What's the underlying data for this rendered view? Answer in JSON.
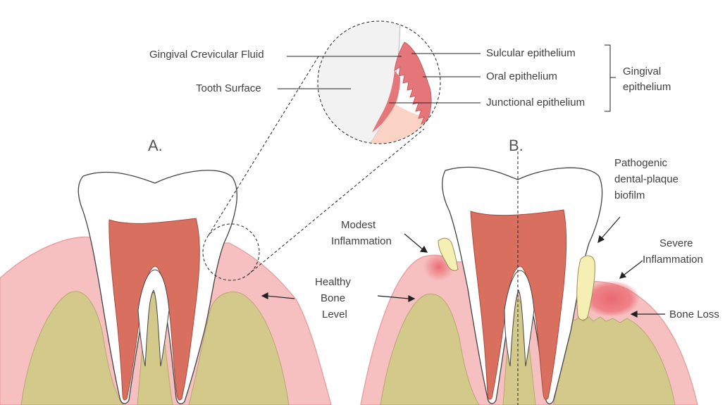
{
  "panels": {
    "a": {
      "label": "A."
    },
    "b": {
      "label": "B."
    }
  },
  "inset": {
    "left_labels": {
      "gcf": "Gingival Crevicular Fluid",
      "tooth_surface": "Tooth Surface"
    },
    "right_labels": {
      "sulcular": "Sulcular epithelium",
      "oral": "Oral epithelium",
      "junctional": "Junctional epithelium"
    },
    "group_label": {
      "line1": "Gingival",
      "line2": "epithelium"
    }
  },
  "annotations": {
    "healthy_bone": [
      "Healthy",
      "Bone",
      "Level"
    ],
    "modest": [
      "Modest",
      "Inflammation"
    ],
    "biofilm": [
      "Pathogenic",
      "dental-plaque",
      "biofilm"
    ],
    "severe": [
      "Severe",
      "Inflammation"
    ],
    "bone_loss": "Bone Loss"
  },
  "colors": {
    "gum": "#f6c0c0",
    "gum_edge": "#e89a9a",
    "bone": "#d3c98a",
    "pulp": "#d9705f",
    "pulp_edge": "#a94a3e",
    "enamel": "#ffffff",
    "inset_bg": "#f2f2f2",
    "epithelium": "#e5777a",
    "connective": "#fbd3c4",
    "plaque": "#f5efb4",
    "inflammation": "#e9636b"
  }
}
